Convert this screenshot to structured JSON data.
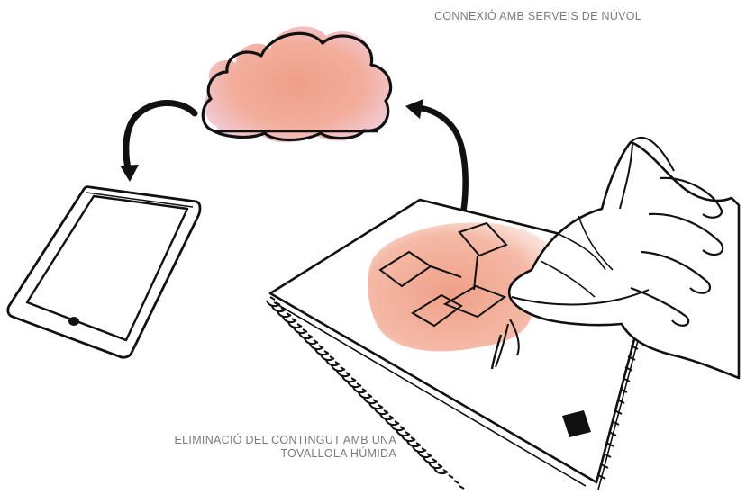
{
  "labels": {
    "cloud_connection": "CONNEXIÓ AMB SERVEIS DE NÚVOL",
    "erase_line1": "ELIMINACIÓ DEL CONTINGUT AMB UNA",
    "erase_line2": "TOVALLOLA HÚMIDA"
  },
  "colors": {
    "watercolor": "#f0a08a",
    "watercolor_pink": "#e9a3b6",
    "ink": "#111111",
    "caption": "#7a7a7a"
  },
  "icons": [
    "cloud-icon",
    "smartphone-icon",
    "notebook-icon",
    "hand-with-towel-icon",
    "arrow-icon"
  ]
}
